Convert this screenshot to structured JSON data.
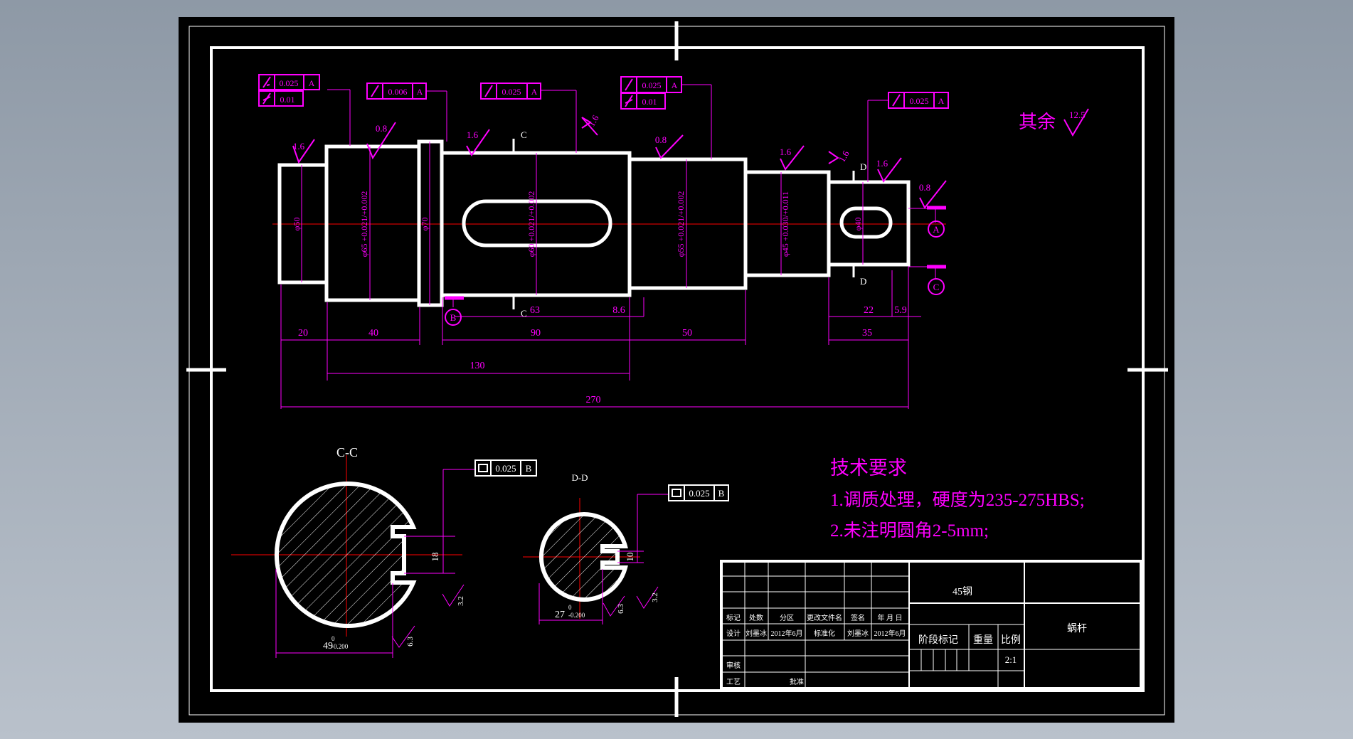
{
  "colors": {
    "background": "#000000",
    "outline": "#ffffff",
    "annotation": "#ff00ff",
    "centerline": "#ff0000",
    "frame_bg": "#9aa4b0"
  },
  "main_view": {
    "gdt": [
      {
        "value": "0.025",
        "datum": "A"
      },
      {
        "value": "0.01",
        "datum": ""
      },
      {
        "value": "0.006",
        "datum": "A"
      },
      {
        "value": "0.025",
        "datum": "A"
      },
      {
        "value": "0.025",
        "datum": "A"
      },
      {
        "value": "0.01",
        "datum": ""
      },
      {
        "value": "0.025",
        "datum": "A"
      }
    ],
    "roughness": [
      "1.6",
      "0.8",
      "1.6",
      "1.6",
      "0.8",
      "1.6",
      "1.6",
      "1.6",
      "0.8"
    ],
    "section_marks": [
      "C",
      "C",
      "D",
      "D"
    ],
    "datums": [
      "A",
      "B",
      "C"
    ],
    "diameters": [
      "φ50",
      "φ65 +0.021/+0.002",
      "φ70",
      "φ60 +0.021/+0.002",
      "φ55 +0.021/+0.002",
      "φ45 +0.030/+0.011",
      "φ40"
    ],
    "dims": {
      "d20": "20",
      "d40": "40",
      "d90": "90",
      "d50": "50",
      "d35": "35",
      "d130": "130",
      "d270": "270",
      "d63": "63",
      "d8_6": "8.6",
      "d22": "22",
      "d5_9": "5.9"
    }
  },
  "other_roughness": {
    "label": "其余",
    "value": "12.5"
  },
  "section_cc": {
    "title": "C-C",
    "gdt_value": "0.025",
    "gdt_datum": "B",
    "keyway": "18",
    "dia": "49",
    "tol_upper": "0",
    "tol_lower": "-0.200",
    "roughness": [
      "3.2",
      "6.3"
    ]
  },
  "section_dd": {
    "title": "D-D",
    "gdt_value": "0.025",
    "gdt_datum": "B",
    "keyway": "10",
    "dia": "27",
    "tol_upper": "0",
    "tol_lower": "-0.200",
    "roughness": [
      "3.2",
      "6.3"
    ]
  },
  "tech_req": {
    "title": "技术要求",
    "line1": "1.调质处理，硬度为235-275HBS;",
    "line2": "2.未注明圆角2-5mm;"
  },
  "title_block": {
    "material": "45钢",
    "part_name": "蜗杆",
    "stage_mark": "阶段标记",
    "weight": "重量",
    "scale_label": "比例",
    "scale": "2:1",
    "hdr": [
      "标记",
      "处数",
      "分区",
      "更改文件名",
      "签名",
      "年 月 日"
    ],
    "design": "设计",
    "designer": "刘墨冰",
    "date1": "2012年6月",
    "standard": "标准化",
    "std_name": "刘墨冰",
    "date2": "2012年6月",
    "review": "审核",
    "process": "工艺",
    "approve": "批准"
  }
}
